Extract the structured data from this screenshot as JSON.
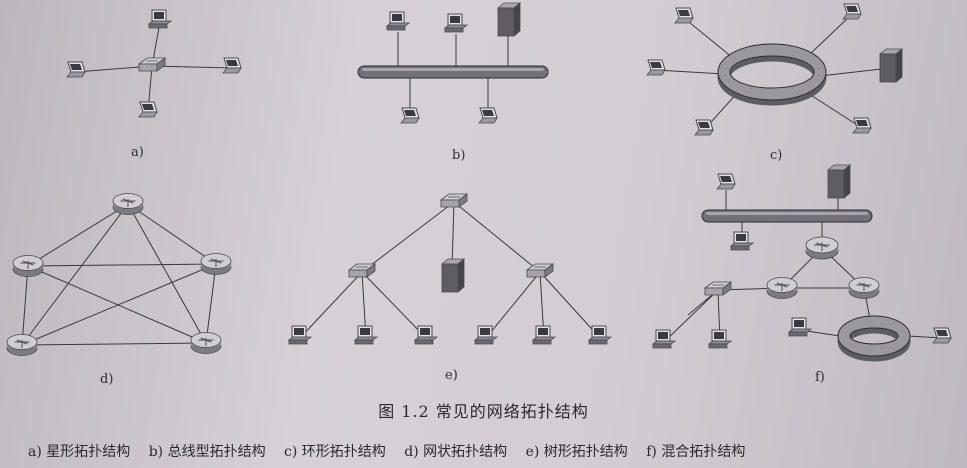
{
  "figure": {
    "caption": "图 1.2    常见的网络拓扑结构",
    "panels": [
      {
        "id": "a",
        "label": "a)"
      },
      {
        "id": "b",
        "label": "b)"
      },
      {
        "id": "c",
        "label": "c)"
      },
      {
        "id": "d",
        "label": "d)"
      },
      {
        "id": "e",
        "label": "e)"
      },
      {
        "id": "f",
        "label": "f)"
      }
    ],
    "legend": [
      "a) 星形拓扑结构",
      "b) 总线型拓扑结构",
      "c) 环形拓扑结构",
      "d) 网状拓扑结构",
      "e) 树形拓扑结构",
      "f) 混合拓扑结构"
    ]
  },
  "icons": [
    "switch-icon",
    "router-icon",
    "server-icon",
    "desktop-icon",
    "laptop-icon"
  ],
  "colors": {
    "paper": "#d2cdd3",
    "ink": "#2b2a2e",
    "device_fill": "#a6a3aa",
    "device_dark": "#4b4950"
  }
}
